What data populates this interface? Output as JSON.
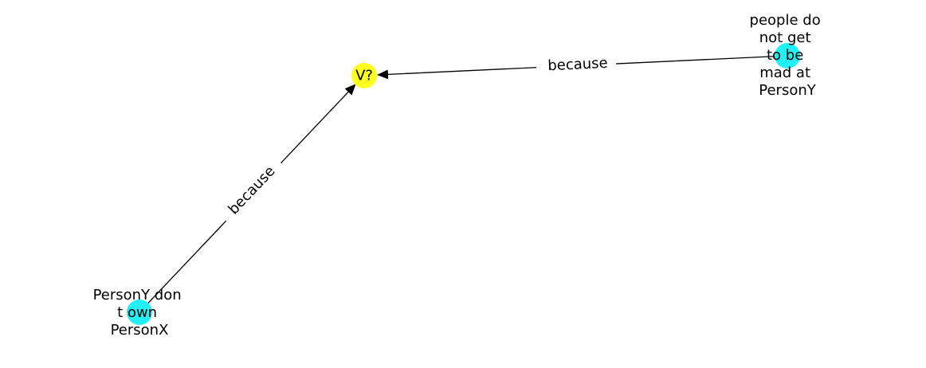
{
  "diagram": {
    "type": "directed-graph",
    "nodes": [
      {
        "id": "v",
        "label_lines": [
          "V?"
        ],
        "color": "#ffff1e"
      },
      {
        "id": "people",
        "label_lines": [
          "people do",
          "not get",
          "to be",
          "mad at",
          "PersonY"
        ],
        "color": "#22f0f5"
      },
      {
        "id": "persony",
        "label_lines": [
          "PersonY don",
          "t own",
          "PersonX"
        ],
        "color": "#22f0f5"
      }
    ],
    "edges": [
      {
        "id": "e1",
        "from": "people",
        "to": "v",
        "label": "because"
      },
      {
        "id": "e2",
        "from": "persony",
        "to": "v",
        "label": "because"
      }
    ]
  }
}
